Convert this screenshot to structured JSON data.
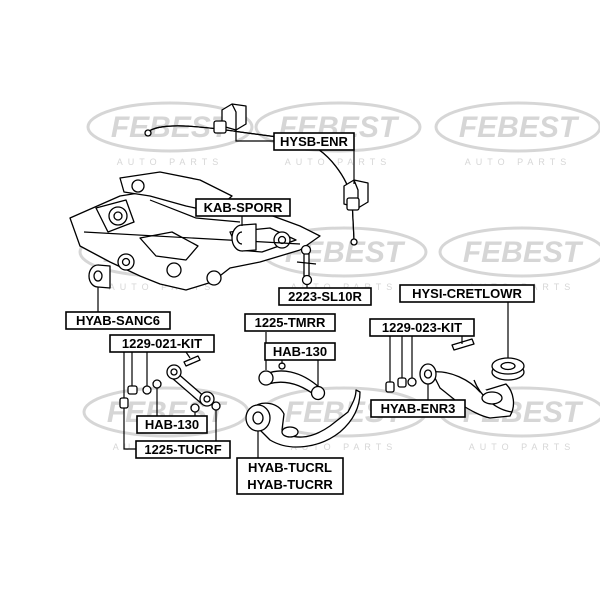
{
  "watermark": {
    "brand": "FEBEST",
    "tagline": "AUTO PARTS",
    "color": "#d2d2d2"
  },
  "labels": {
    "hysb_enr": "HYSB-ENR",
    "kab_sporr": "KAB-SPORR",
    "sl10r": "2223-SL10R",
    "hysi_cretlowr": "HYSI-CRETLOWR",
    "hyab_sanc6": "HYAB-SANC6",
    "tmrr": "1225-TMRR",
    "kit_023": "1229-023-KIT",
    "kit_021": "1229-021-KIT",
    "hab130_mid": "HAB-130",
    "hab130_left": "HAB-130",
    "tucrf": "1225-TUCRF",
    "hyab_enr3": "HYAB-ENR3",
    "hyab_tucrl": "HYAB-TUCRL",
    "hyab_tucrr": "HYAB-TUCRR"
  }
}
